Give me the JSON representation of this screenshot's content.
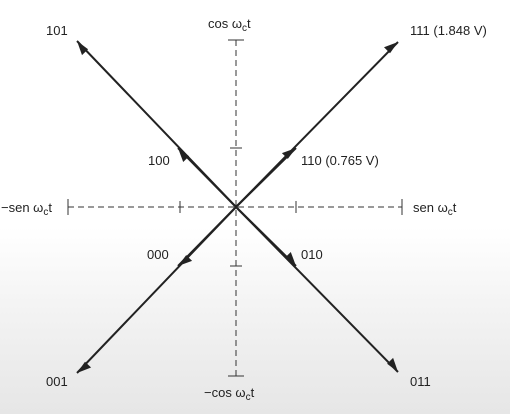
{
  "axes": {
    "top": {
      "main": "cos ω",
      "sub": "c",
      "tail": "t"
    },
    "bottom": {
      "main": "−cos ω",
      "sub": "c",
      "tail": "t"
    },
    "left": {
      "main": "−sen ω",
      "sub": "c",
      "tail": "t"
    },
    "right": {
      "main": "sen ω",
      "sub": "c",
      "tail": "t"
    }
  },
  "points": {
    "p101": "101",
    "p111": "111 (1.848 V)",
    "p100": "100",
    "p110": "110 (0.765 V)",
    "p000": "000",
    "p010": "010",
    "p001": "001",
    "p011": "011"
  }
}
